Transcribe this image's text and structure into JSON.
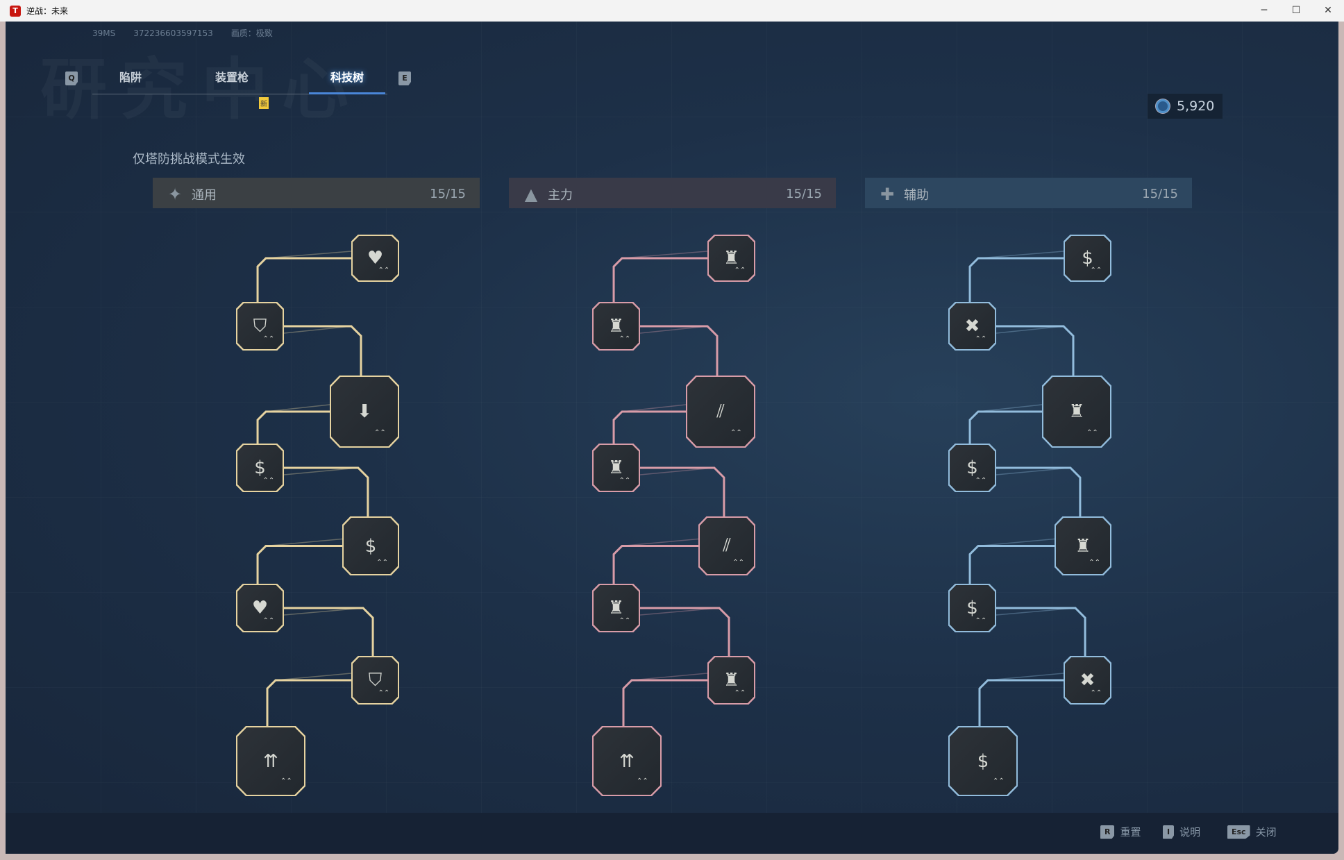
{
  "window": {
    "title": "逆战：未来",
    "minimize": "─",
    "maximize": "☐",
    "close": "✕"
  },
  "stats": {
    "ping": "39MS",
    "id": "372236603597153",
    "quality": "画质：极致"
  },
  "watermark": "研究中心",
  "tabs": {
    "prev_key": "Q",
    "next_key": "E",
    "new_badge": "新",
    "items": [
      {
        "label": "陷阱"
      },
      {
        "label": "装置枪"
      },
      {
        "label": "科技树",
        "active": true
      }
    ]
  },
  "currency": {
    "value": "5,920"
  },
  "subtitle": "仅塔防挑战模式生效",
  "columns": [
    {
      "name": "通用",
      "count": "15/15",
      "icon": "✦",
      "color": "#e6d3a0",
      "header_bg": "#3b4044",
      "nodes": [
        "♥",
        "⛉",
        "⬇",
        "$",
        "$",
        "♥",
        "⛉",
        "⇈"
      ]
    },
    {
      "name": "主力",
      "count": "15/15",
      "icon": "▲",
      "color": "#d89ca8",
      "header_bg": "#393a48",
      "nodes": [
        "♜",
        "♜",
        "⫽",
        "♜",
        "⫽",
        "♜",
        "♜",
        "⇈"
      ]
    },
    {
      "name": "辅助",
      "count": "15/15",
      "icon": "✚",
      "color": "#92bcdc",
      "header_bg": "#2d4760",
      "nodes": [
        "$",
        "✖",
        "♜",
        "$",
        "♜",
        "$",
        "✖",
        "$"
      ]
    }
  ],
  "footer": [
    {
      "key": "R",
      "label": "重置"
    },
    {
      "key": "I",
      "label": "说明"
    },
    {
      "key": "Esc",
      "label": "关闭"
    }
  ]
}
